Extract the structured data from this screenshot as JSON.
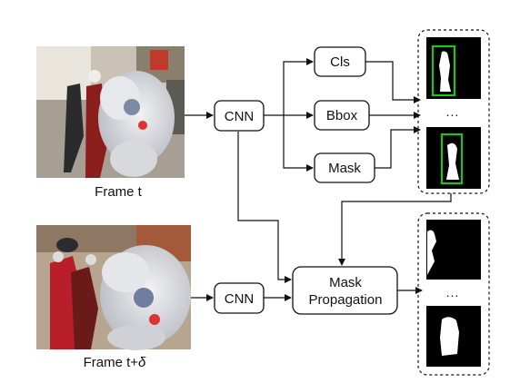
{
  "frames": {
    "top_caption": "Frame t",
    "bottom_caption_base": "Frame t+",
    "bottom_caption_symbol": "δ"
  },
  "nodes": {
    "cnn_top": "CNN",
    "cnn_bottom": "CNN",
    "cls": "Cls",
    "bbox": "Bbox",
    "mask": "Mask",
    "mask_propagation_line1": "Mask",
    "mask_propagation_line2": "Propagation"
  },
  "outputs": {
    "ellipsis_top": "...",
    "ellipsis_bottom": "..."
  },
  "colors": {
    "bbox_green": "#22c21c",
    "line": "#111111"
  }
}
